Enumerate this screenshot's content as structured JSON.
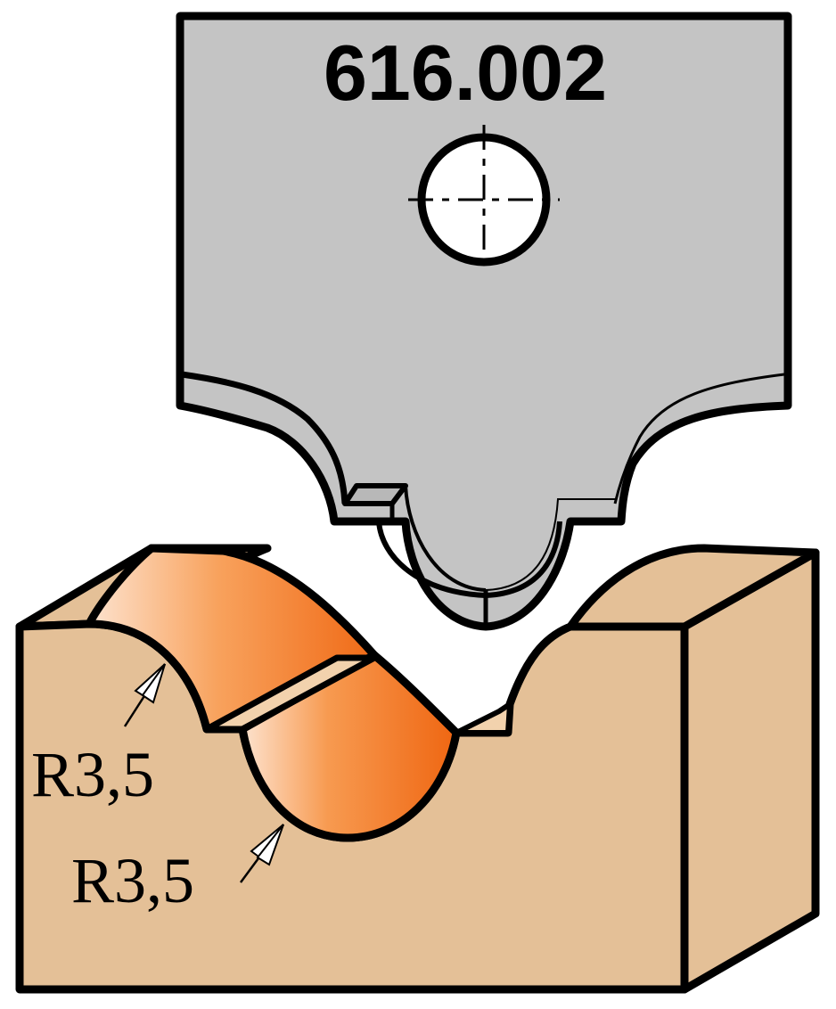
{
  "cutter": {
    "code": "616.002",
    "body_color": "#c4c4c4",
    "edge_color": "#000000"
  },
  "workpiece": {
    "wood_color": "#e4c097",
    "profile_color": "#f36f1c"
  },
  "dimensions": {
    "radius_upper": "R3,5",
    "radius_lower": "R3,5"
  }
}
